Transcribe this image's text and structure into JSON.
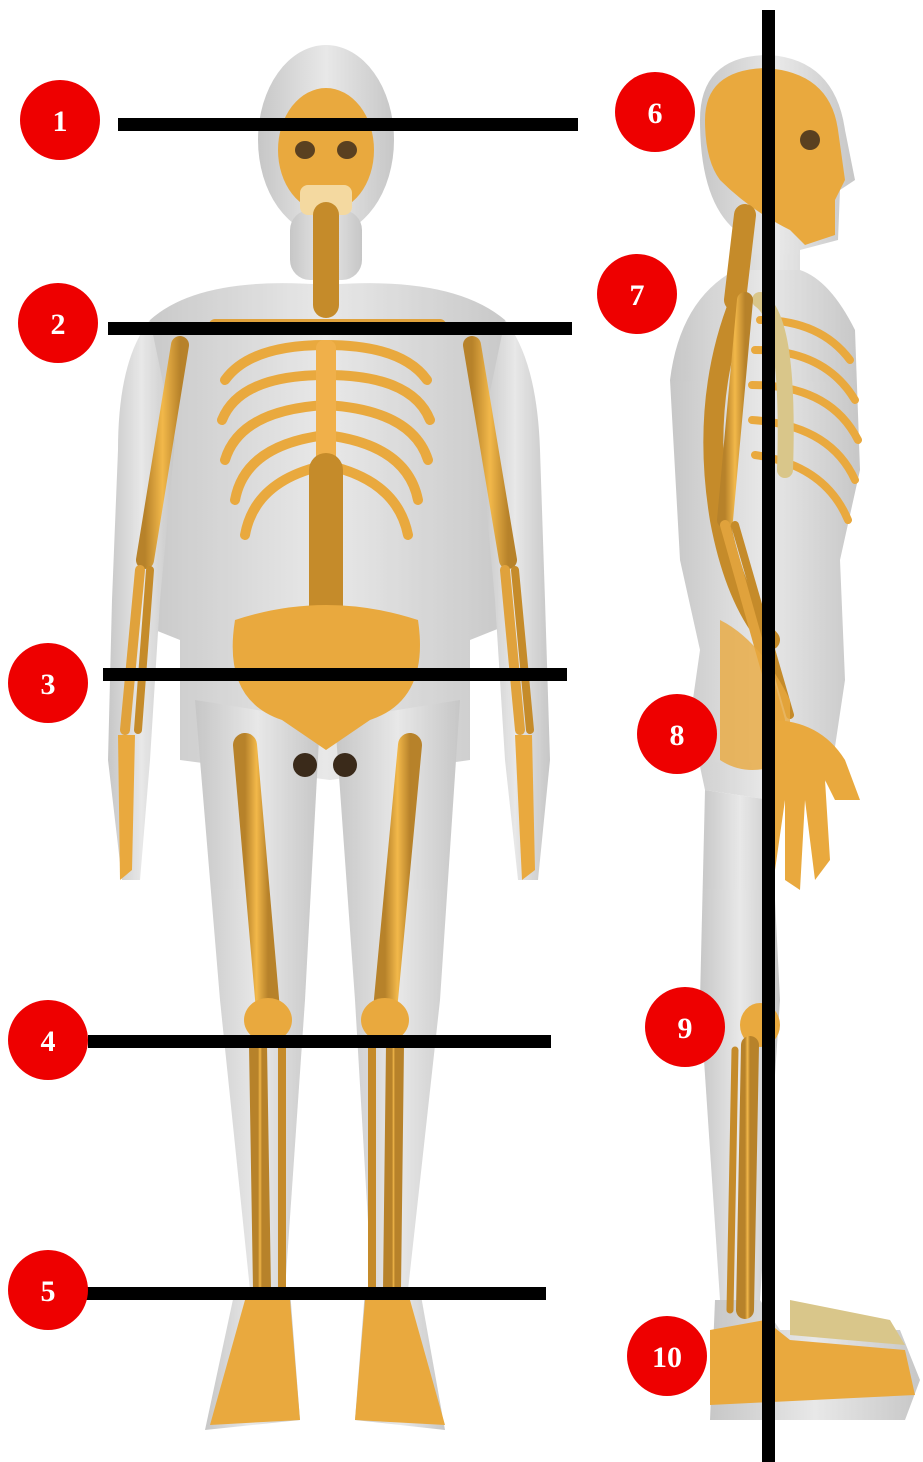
{
  "markers": {
    "front": [
      {
        "label": "1"
      },
      {
        "label": "2"
      },
      {
        "label": "3"
      },
      {
        "label": "4"
      },
      {
        "label": "5"
      }
    ],
    "side": [
      {
        "label": "6"
      },
      {
        "label": "7"
      },
      {
        "label": "8"
      },
      {
        "label": "9"
      },
      {
        "label": "10"
      }
    ]
  },
  "colors": {
    "marker": "#ee0000",
    "marker_text": "#ffffff",
    "line": "#000000",
    "bone": "#e9a93e",
    "bone_shadow": "#b07a22",
    "body_silhouette": "#cfcfcf"
  }
}
